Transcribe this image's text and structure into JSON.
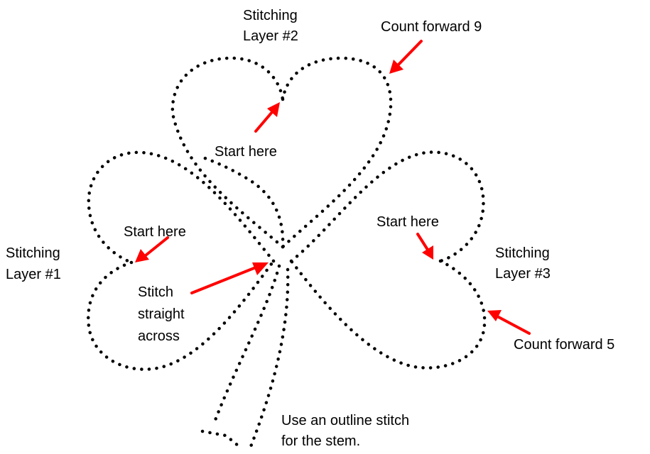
{
  "labels": {
    "layer2_line1": "Stitching",
    "layer2_line2": "Layer #2",
    "count9": "Count forward 9",
    "start_top": "Start here",
    "layer1_line1": "Stitching",
    "layer1_line2": "Layer #1",
    "start_left": "Start here",
    "straight_line1": "Stitch",
    "straight_line2": "straight",
    "straight_line3": "across",
    "start_right": "Start here",
    "layer3_line1": "Stitching",
    "layer3_line2": "Layer #3",
    "count5": "Count forward 5",
    "stem_line1": "Use an outline stitch",
    "stem_line2": "for the stem."
  },
  "colors": {
    "arrow": "#ff0000",
    "stitch": "#000000",
    "text": "#000000"
  }
}
